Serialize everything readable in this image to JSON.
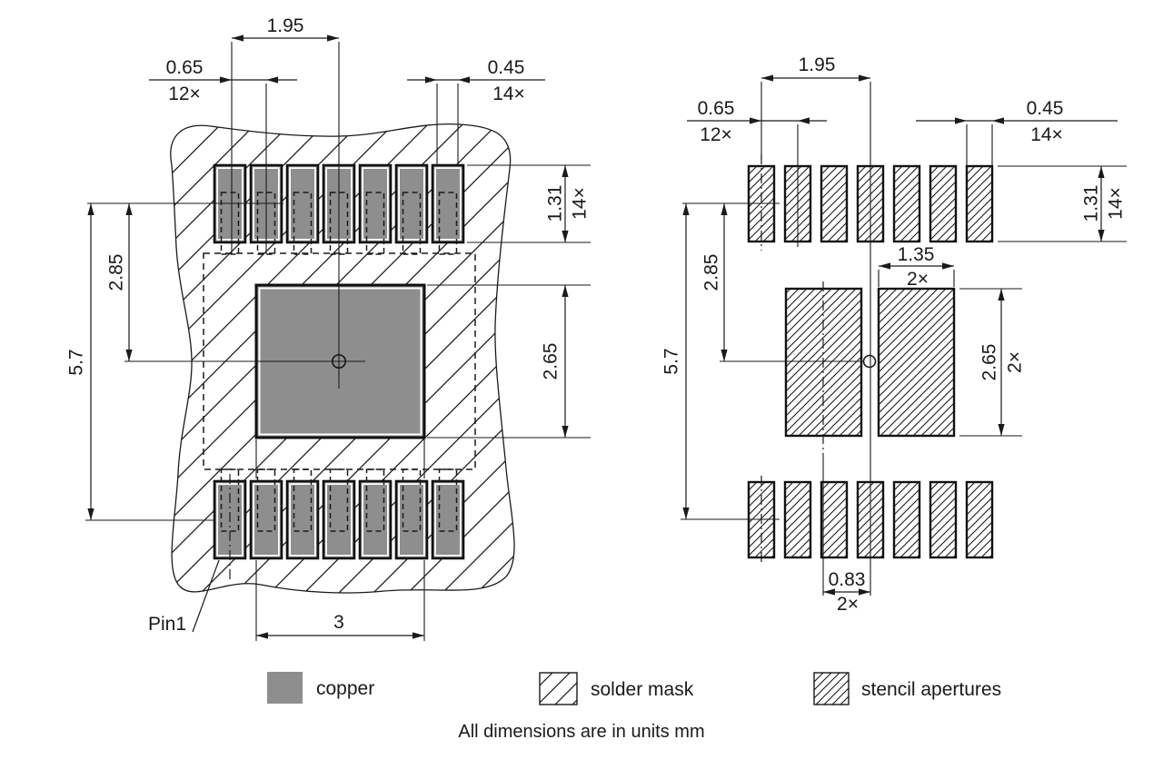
{
  "colors": {
    "copper": "#8E8E8E",
    "line": "#1A1A1A"
  },
  "note": "All dimensions are in units mm",
  "legend": {
    "copper": "copper",
    "solder_mask": "solder mask",
    "stencil": "stencil apertures"
  },
  "left": {
    "pin1": "Pin1",
    "dim_group_pitch": "1.95",
    "dim_pitch": {
      "v": "0.65",
      "n": "12×"
    },
    "dim_pad_w": {
      "v": "0.45",
      "n": "14×"
    },
    "dim_pad_l": {
      "v": "1.31",
      "n": "14×"
    },
    "dim_row_center": "2.85",
    "dim_span": "5.7",
    "dim_cpad_h": "2.65",
    "dim_cpad_w": "3"
  },
  "right": {
    "dim_group_pitch": "1.95",
    "dim_pitch": {
      "v": "0.65",
      "n": "12×"
    },
    "dim_ap_w": {
      "v": "0.45",
      "n": "14×"
    },
    "dim_ap_l": {
      "v": "1.31",
      "n": "14×"
    },
    "dim_row_center": "2.85",
    "dim_span": "5.7",
    "dim_cap_w": {
      "v": "1.35",
      "n": "2×"
    },
    "dim_cap_h": {
      "v": "2.65",
      "n": "2×"
    },
    "dim_cap_off": {
      "v": "0.83",
      "n": "2×"
    }
  }
}
